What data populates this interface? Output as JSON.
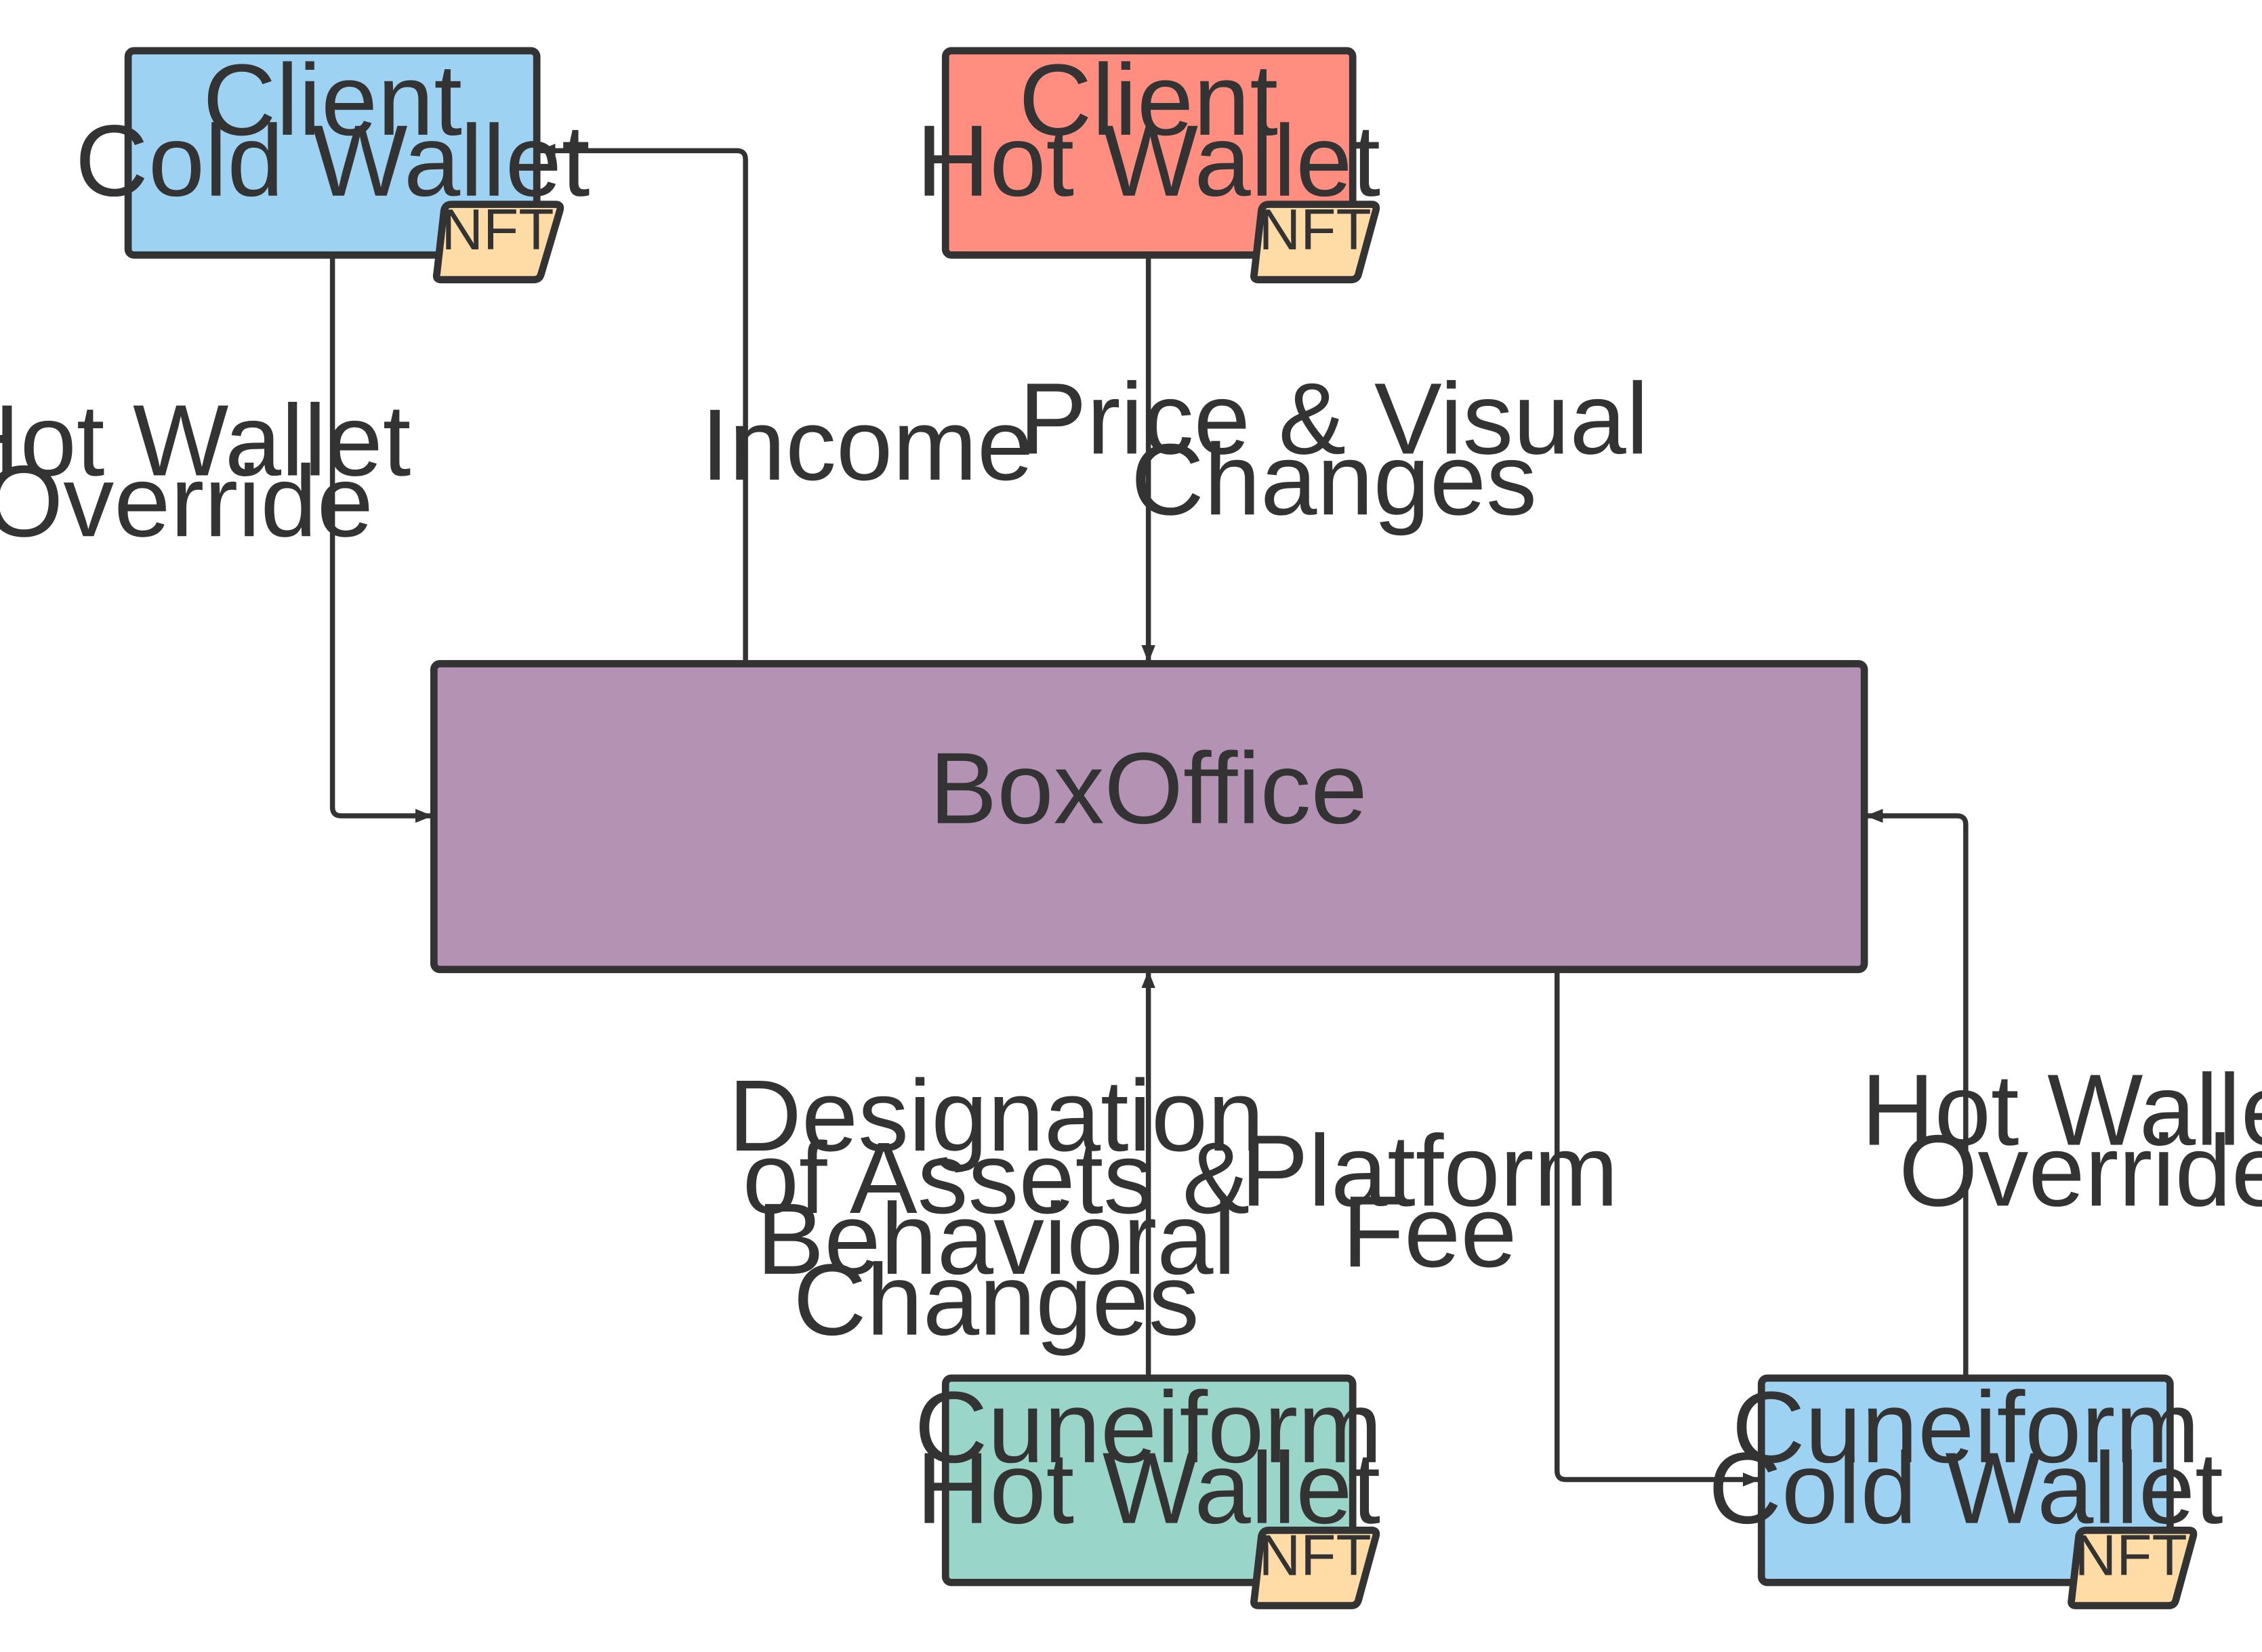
{
  "nodes": {
    "client_cold_wallet": {
      "line1": "Client",
      "line2": "Cold Wallet",
      "badge": "NFT",
      "color": "#9DD2F2"
    },
    "client_hot_wallet": {
      "line1": "Client",
      "line2": "Hot Wallet",
      "badge": "NFT",
      "color": "#FF8E80"
    },
    "box_office": {
      "label": "BoxOffice",
      "color": "#B392B4"
    },
    "cuneiform_hot_wallet": {
      "line1": "Cuneiform",
      "line2": "Hot Wallet",
      "badge": "NFT",
      "color": "#9AD5CA"
    },
    "cuneiform_cold_wallet": {
      "line1": "Cuneiform",
      "line2": "Cold Wallet",
      "badge": "NFT",
      "color": "#9DD2F2"
    }
  },
  "badge_color": "#FFDBA6",
  "edges": {
    "client_cold_override": {
      "from": "Client Cold Wallet",
      "to": "BoxOffice",
      "lines": [
        "Hot Wallet",
        "Override"
      ]
    },
    "income": {
      "from": "BoxOffice",
      "to": "Client Cold Wallet",
      "lines": [
        "Income"
      ]
    },
    "price_visual": {
      "from": "Client Hot Wallet",
      "to": "BoxOffice",
      "lines": [
        "Price & Visual",
        "Changes"
      ]
    },
    "designation": {
      "from": "Cuneiform Hot Wallet",
      "to": "BoxOffice",
      "lines": [
        "Designation",
        "of Assets &",
        "Behavioral",
        "Changes"
      ]
    },
    "platform_fee": {
      "from": "BoxOffice",
      "to": "Cuneiform Cold Wallet",
      "lines": [
        "Platform",
        "Fee"
      ]
    },
    "cuneiform_cold_override": {
      "from": "Cuneiform Cold Wallet",
      "to": "BoxOffice",
      "lines": [
        "Hot Wallet",
        "Override"
      ]
    }
  }
}
